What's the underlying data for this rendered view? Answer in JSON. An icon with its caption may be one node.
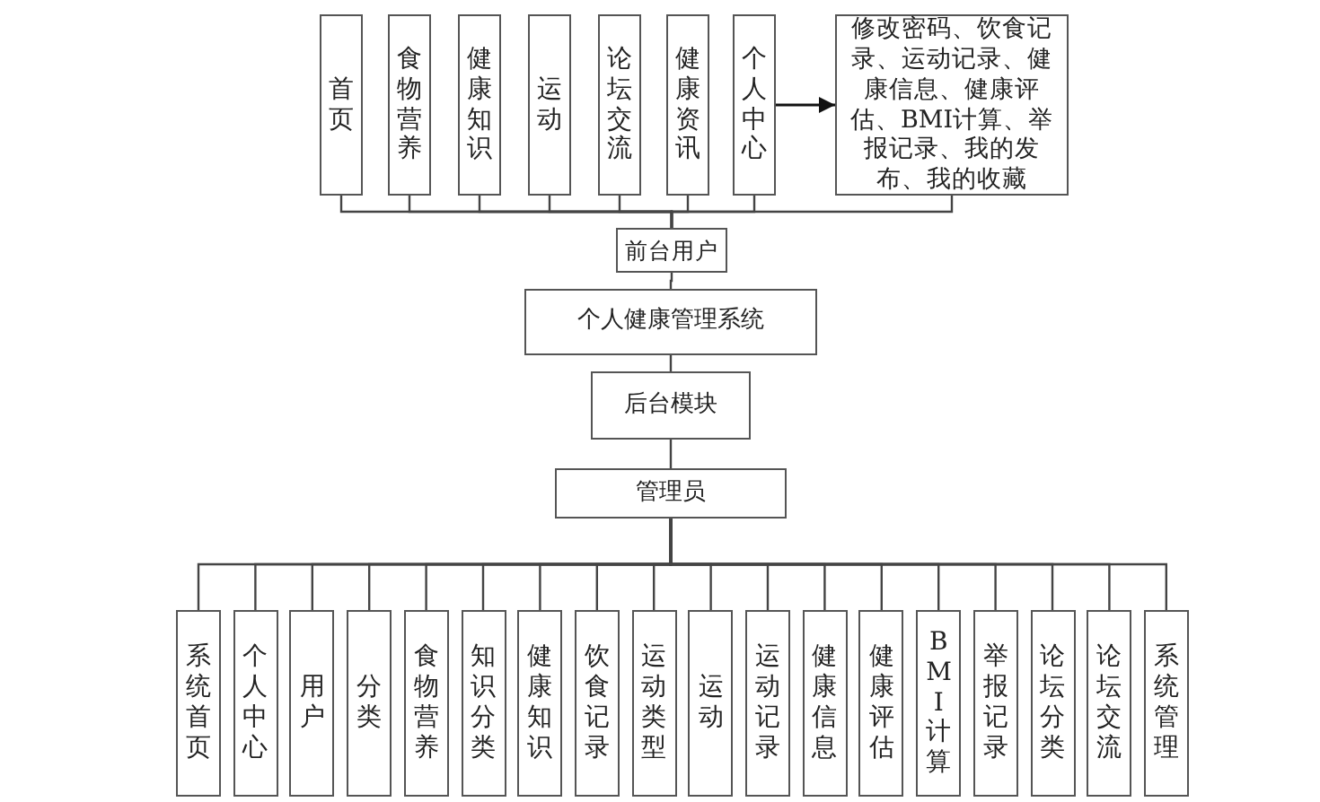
{
  "diagram": {
    "nodes": [
      {
        "text": [
          "首页"
        ]
      },
      {
        "text": [
          "食物营养"
        ]
      },
      {
        "text": [
          "健康知识"
        ]
      },
      {
        "text": [
          "运动"
        ]
      },
      {
        "text": [
          "论坛交流"
        ]
      },
      {
        "text": [
          "健康资讯"
        ]
      },
      {
        "text": [
          "个人中心"
        ]
      },
      {
        "text": [
          "修改密码、饮食记录、运动记录、健康信息、健康评估、BMI计算、举报记录、我的发布、我的收藏"
        ]
      },
      {
        "text": [
          "前台用户"
        ]
      },
      {
        "text": [
          "个人健康管理系统"
        ]
      },
      {
        "text": [
          "后台模块"
        ]
      },
      {
        "text": [
          "管理员"
        ]
      },
      {
        "text": [
          "系统首页"
        ]
      },
      {
        "text": [
          "个人中心"
        ]
      },
      {
        "text": [
          "用户"
        ]
      },
      {
        "text": [
          "分类"
        ]
      },
      {
        "text": [
          "食物营养"
        ]
      },
      {
        "text": [
          "知识分类"
        ]
      },
      {
        "text": [
          "健康知识"
        ]
      },
      {
        "text": [
          "饮食记录"
        ]
      },
      {
        "text": [
          "运动类型"
        ]
      },
      {
        "text": [
          "运动"
        ]
      },
      {
        "text": [
          "运动记录"
        ]
      },
      {
        "text": [
          "健康信息"
        ]
      },
      {
        "text": [
          "健康评估"
        ]
      },
      {
        "text": [
          "BMI计算"
        ]
      },
      {
        "text": [
          "举报记录"
        ]
      },
      {
        "text": [
          "论坛分类"
        ]
      },
      {
        "text": [
          "论坛交流"
        ]
      },
      {
        "text": [
          "系统管理"
        ]
      }
    ],
    "edges": [
      {
        "from": 8,
        "to": 0,
        "arrow": "none"
      },
      {
        "from": 8,
        "to": 1,
        "arrow": "none"
      },
      {
        "from": 8,
        "to": 2,
        "arrow": "none"
      },
      {
        "from": 8,
        "to": 3,
        "arrow": "none"
      },
      {
        "from": 8,
        "to": 4,
        "arrow": "none"
      },
      {
        "from": 8,
        "to": 5,
        "arrow": "none"
      },
      {
        "from": 8,
        "to": 6,
        "arrow": "none"
      },
      {
        "from": 8,
        "to": 7,
        "arrow": "none"
      },
      {
        "from": 6,
        "to": 7,
        "arrow": "to"
      },
      {
        "from": 8,
        "to": 9,
        "arrow": "none"
      },
      {
        "from": 9,
        "to": 10,
        "arrow": "none"
      },
      {
        "from": 10,
        "to": 11,
        "arrow": "none"
      },
      {
        "from": 11,
        "to": 12,
        "arrow": "none"
      },
      {
        "from": 11,
        "to": 13,
        "arrow": "none"
      },
      {
        "from": 11,
        "to": 14,
        "arrow": "none"
      },
      {
        "from": 11,
        "to": 15,
        "arrow": "none"
      },
      {
        "from": 11,
        "to": 16,
        "arrow": "none"
      },
      {
        "from": 11,
        "to": 17,
        "arrow": "none"
      },
      {
        "from": 11,
        "to": 18,
        "arrow": "none"
      },
      {
        "from": 11,
        "to": 19,
        "arrow": "none"
      },
      {
        "from": 11,
        "to": 20,
        "arrow": "none"
      },
      {
        "from": 11,
        "to": 21,
        "arrow": "none"
      },
      {
        "from": 11,
        "to": 22,
        "arrow": "none"
      },
      {
        "from": 11,
        "to": 23,
        "arrow": "none"
      },
      {
        "from": 11,
        "to": 24,
        "arrow": "none"
      },
      {
        "from": 11,
        "to": 25,
        "arrow": "none"
      },
      {
        "from": 11,
        "to": 26,
        "arrow": "none"
      },
      {
        "from": 11,
        "to": 27,
        "arrow": "none"
      },
      {
        "from": 11,
        "to": 28,
        "arrow": "none"
      },
      {
        "from": 11,
        "to": 29,
        "arrow": "none"
      }
    ]
  }
}
